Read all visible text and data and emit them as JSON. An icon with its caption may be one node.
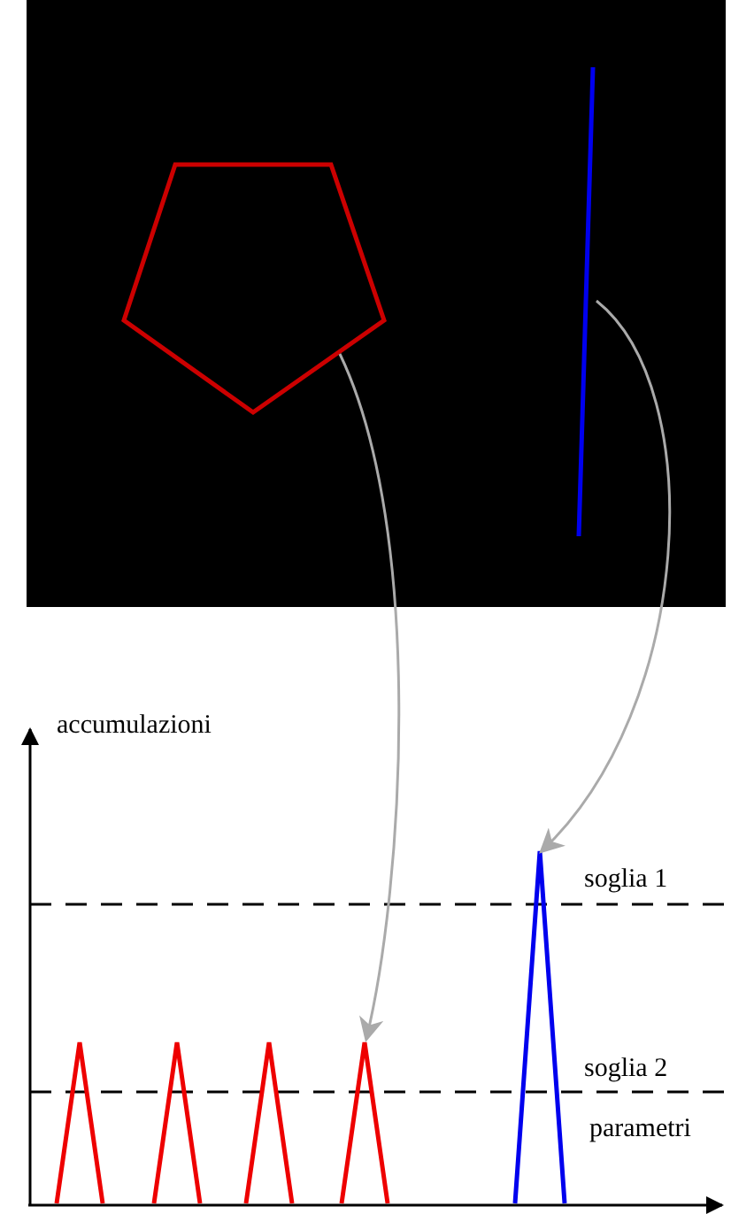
{
  "diagram": {
    "nodes": [
      {
        "text": [],
        "shape": "box"
      },
      {
        "text": [],
        "shape": "pentagon",
        "in": 0
      },
      {
        "text": [],
        "shape": "line",
        "in": 0
      },
      {
        "text": [],
        "shape": "triangle"
      },
      {
        "text": [],
        "shape": "triangle"
      },
      {
        "text": [],
        "shape": "triangle"
      },
      {
        "text": [],
        "shape": "triangle"
      },
      {
        "text": [],
        "shape": "triangle"
      }
    ],
    "edges": [
      {
        "from": 1,
        "to": 6,
        "arrow": "to"
      },
      {
        "from": 2,
        "to": 7,
        "arrow": "to"
      }
    ],
    "labels": [
      "accumulazioni",
      "soglia 1",
      "soglia 2",
      "parametri"
    ]
  }
}
